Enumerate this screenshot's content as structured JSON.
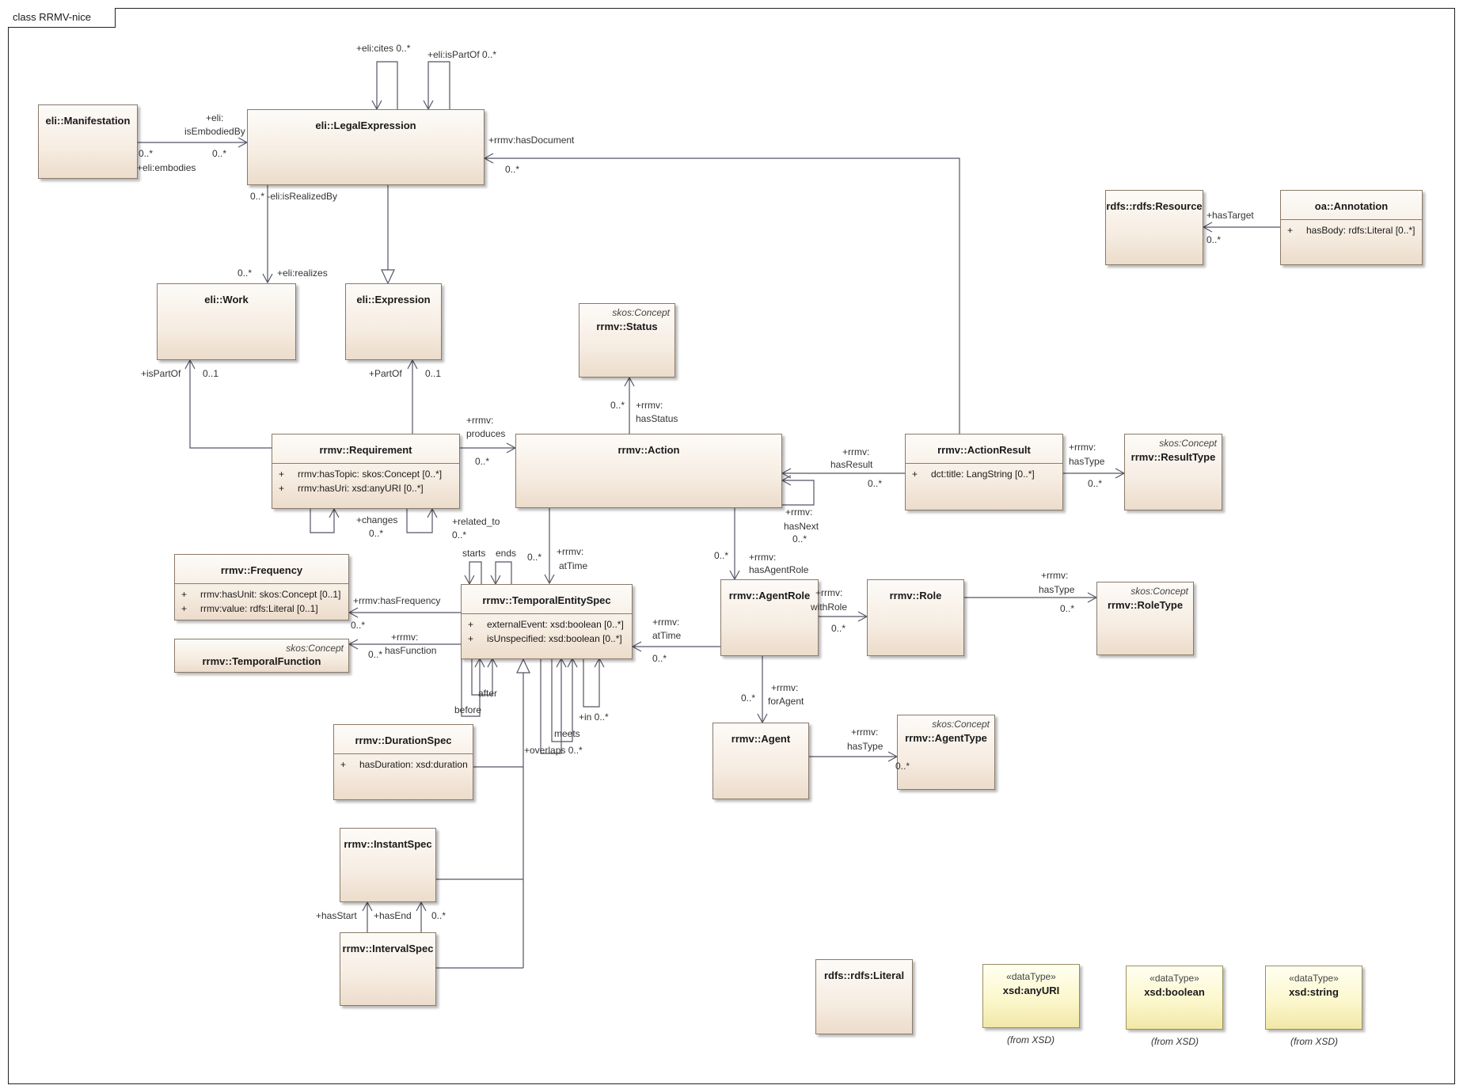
{
  "frame_title": "class RRMV-nice",
  "classes": {
    "manifestation": {
      "name": "eli::Manifestation"
    },
    "legal_expression": {
      "name": "eli::LegalExpression"
    },
    "work": {
      "name": "eli::Work"
    },
    "expression": {
      "name": "eli::Expression"
    },
    "status": {
      "stereotype": "skos:Concept",
      "name": "rrmv::Status"
    },
    "requirement": {
      "name": "rrmv::Requirement",
      "attributes": [
        {
          "vis": "+",
          "text": "rrmv:hasTopic: skos:Concept [0..*]"
        },
        {
          "vis": "+",
          "text": "rrmv:hasUri: xsd:anyURI [0..*]"
        }
      ]
    },
    "action": {
      "name": "rrmv::Action"
    },
    "action_result": {
      "name": "rrmv::ActionResult",
      "attributes": [
        {
          "vis": "+",
          "text": "dct:title: LangString [0..*]"
        }
      ]
    },
    "result_type": {
      "stereotype": "skos:Concept",
      "name": "rrmv::ResultType"
    },
    "rdfs_resource": {
      "name": "rdfs::rdfs:Resource"
    },
    "annotation": {
      "name": "oa::Annotation",
      "attributes": [
        {
          "vis": "+",
          "text": "hasBody: rdfs:Literal [0..*]"
        }
      ]
    },
    "frequency": {
      "name": "rrmv::Frequency",
      "attributes": [
        {
          "vis": "+",
          "text": "rrmv:hasUnit: skos:Concept [0..1]"
        },
        {
          "vis": "+",
          "text": "rrmv:value: rdfs:Literal [0..1]"
        }
      ]
    },
    "temporal_function": {
      "stereotype": "skos:Concept",
      "name": "rrmv::TemporalFunction"
    },
    "temporal_entity_spec": {
      "name": "rrmv::TemporalEntitySpec",
      "attributes": [
        {
          "vis": "+",
          "text": "externalEvent: xsd:boolean [0..*]"
        },
        {
          "vis": "+",
          "text": "isUnspecified: xsd:boolean [0..*]"
        }
      ]
    },
    "agent_role": {
      "name": "rrmv::AgentRole"
    },
    "role": {
      "name": "rrmv::Role"
    },
    "role_type": {
      "stereotype": "skos:Concept",
      "name": "rrmv::RoleType"
    },
    "duration_spec": {
      "name": "rrmv::DurationSpec",
      "attributes": [
        {
          "vis": "+",
          "text": "hasDuration: xsd:duration"
        }
      ]
    },
    "agent": {
      "name": "rrmv::Agent"
    },
    "agent_type": {
      "stereotype": "skos:Concept",
      "name": "rrmv::AgentType"
    },
    "instant_spec": {
      "name": "rrmv::InstantSpec"
    },
    "interval_spec": {
      "name": "rrmv::IntervalSpec"
    },
    "rdfs_literal": {
      "name": "rdfs::rdfs:Literal"
    },
    "xsd_anyuri": {
      "stereotype": "«dataType»",
      "name": "xsd:anyURI",
      "from": "(from XSD)"
    },
    "xsd_boolean": {
      "stereotype": "«dataType»",
      "name": "xsd:boolean",
      "from": "(from XSD)"
    },
    "xsd_string": {
      "stereotype": "«dataType»",
      "name": "xsd:string",
      "from": "(from XSD)"
    }
  },
  "labels": {
    "cites": "+eli:cites 0..*",
    "ispartof_self": "+eli:isPartOf 0..*",
    "embodied1": "+eli:",
    "embodied2": "isEmbodiedBy",
    "m_mult1": "0..*",
    "m_mult2": "0..*",
    "embodies": "+eli:embodies",
    "hasdocument": "+rrmv:hasDocument",
    "hasdocument_mult": "0..*",
    "realizedby": "0..* -eli:isRealizedBy",
    "realizes_mult": "0..*",
    "realizes": "+eli:realizes",
    "haspart_work": "+isPartOf",
    "work_mult": "0..1",
    "partof_expr": "+PartOf",
    "expr_mult": "0..1",
    "produces1": "+rrmv:",
    "produces2": "produces",
    "produces_mult": "0..*",
    "status_mult": "0..*",
    "hasstatus1": "+rrmv:",
    "hasstatus2": "hasStatus",
    "hasresult1": "+rrmv:",
    "hasresult2": "hasResult",
    "hasresult_mult": "0..*",
    "restype1": "+rrmv:",
    "restype2": "hasType",
    "restype_mult": "0..*",
    "hastarget": "+hasTarget",
    "hastarget_mult": "0..*",
    "changes": "+changes",
    "changes_mult": "0..*",
    "related1": "+related_to",
    "related_mult": "0..*",
    "hasnext1": "+rrmv:",
    "hasnext2": "hasNext",
    "hasnext_mult": "0..*",
    "starts": "starts",
    "ends": "ends",
    "attime_mult": "0..*",
    "attime1": "+rrmv:",
    "attime2": "atTime",
    "agentrole_mult": "0..*",
    "hasagentrole1": "+rrmv:",
    "hasagentrole2": "hasAgentRole",
    "hasfrequency": "+rrmv:hasFrequency",
    "freq_mult": "0..*",
    "hasfunction1": "+rrmv:",
    "hasfunction2": "hasFunction",
    "func_mult": "0..*",
    "attime_b1": "+rrmv:",
    "attime_b2": "atTime",
    "attime_b_mult": "0..*",
    "withrole1": "+rrmv:",
    "withrole2": "withRole",
    "withrole_mult": "0..*",
    "roletype1": "+rrmv:",
    "roletype2": "hasType",
    "roletype_mult": "0..*",
    "after": "after",
    "before": "before",
    "meets": "meets",
    "in_mult": "+in 0..*",
    "overlaps": "+overlaps 0..*",
    "foragent1": "+rrmv:",
    "foragent2": "forAgent",
    "foragent_mult": "0..*",
    "agenttype1": "+rrmv:",
    "agenttype2": "hasType",
    "agenttype_mult": "0..*",
    "hasstart": "+hasStart",
    "hasend": "+hasEnd",
    "hasend_mult": "0..*"
  }
}
